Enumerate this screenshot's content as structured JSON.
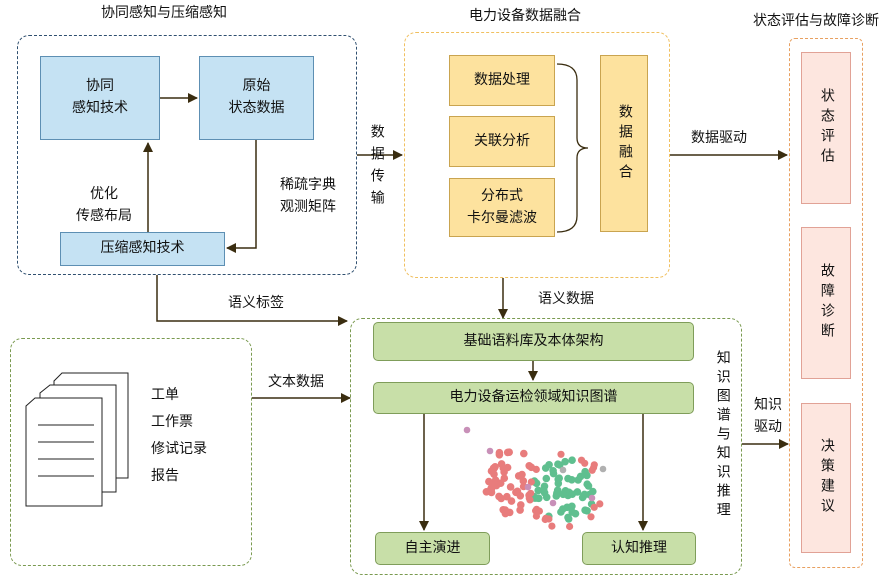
{
  "panels": {
    "sensing": {
      "title": "协同感知与压缩感知",
      "cooperative": "协同\n感知技术",
      "raw_state": "原始\n状态数据",
      "compressed": "压缩感知技术",
      "optimize": "优化\n传感布局",
      "sparse": "稀疏字典\n观测矩阵"
    },
    "fusion": {
      "title": "电力设备数据融合",
      "processing": "数据处理",
      "correlation": "关联分析",
      "kalman": "分布式\n卡尔曼滤波",
      "fusion": "数据融合"
    },
    "assessment": {
      "title": "状态评估与故障诊断",
      "state_eval": "状态评估",
      "fault_diag": "故障诊断",
      "decision": "决策建议"
    },
    "documents": {
      "items": [
        "工单",
        "工作票",
        "修试记录",
        "报告"
      ]
    },
    "knowledge": {
      "corpus": "基础语料库及本体架构",
      "graph": "电力设备运检领域知识图谱",
      "evolve": "自主演进",
      "reasoning": "认知推理",
      "side_label": "知识图谱与知识推理"
    }
  },
  "edges": {
    "data_transfer": "数据传输",
    "data_drive": "数据驱动",
    "semantic_tag": "语义标签",
    "semantic_data": "语义数据",
    "text_data": "文本数据",
    "knowledge_drive": "知识\n驱动"
  },
  "colors": {
    "blue_box": "#c5e2f3",
    "yellow_box": "#fde29e",
    "green_box": "#c8dfa8",
    "pink_box": "#fde6df",
    "node_red": "#e87c7c",
    "node_green": "#5fbf8f",
    "node_purple": "#c890b8"
  }
}
